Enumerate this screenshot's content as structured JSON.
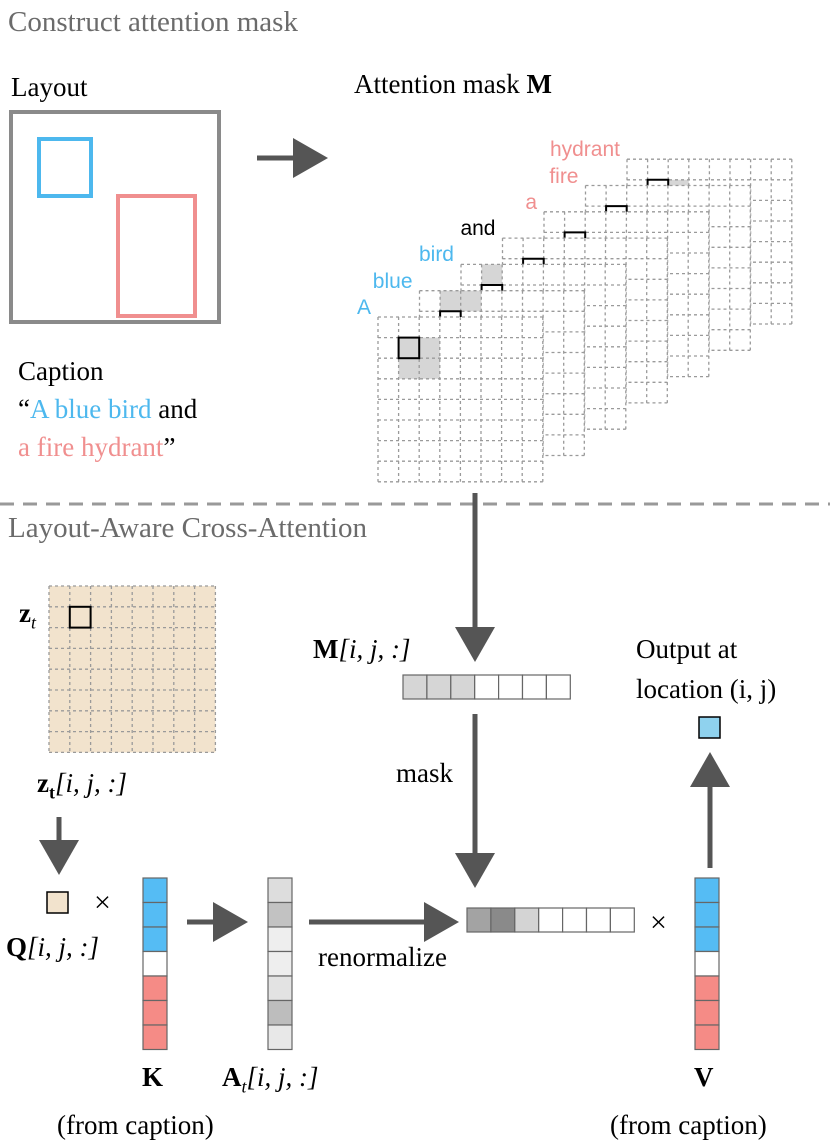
{
  "sections": {
    "top_title": "Construct attention mask",
    "bottom_title": "Layout-Aware Cross-Attention"
  },
  "layout_panel": {
    "label": "Layout"
  },
  "caption_panel": {
    "label": "Caption",
    "open_quote": "“",
    "blue_phrase": "A blue bird",
    "and_word": " and",
    "red_phrase": "a fire hydrant",
    "close_quote": "”"
  },
  "mask_stack": {
    "title_prefix": "Attention mask ",
    "title_symbol": "M",
    "tokens": [
      {
        "text": "A",
        "color": "#4db8ee"
      },
      {
        "text": "blue",
        "color": "#4db8ee"
      },
      {
        "text": "bird",
        "color": "#4db8ee"
      },
      {
        "text": "and",
        "color": "#000000"
      },
      {
        "text": "a",
        "color": "#f08f8f"
      },
      {
        "text": "fire",
        "color": "#f08f8f"
      },
      {
        "text": "hydrant",
        "color": "#f08f8f"
      }
    ]
  },
  "labels": {
    "z_t": "z",
    "z_t_sub": "t",
    "z_t_slice_sym": "z",
    "z_t_slice_sub": "t",
    "z_t_slice_idx": "[i, j, :]",
    "q_sym": "Q",
    "q_idx": "[i, j, :]",
    "times_1": "×",
    "times_2": "×",
    "k_sym": "K",
    "k_source": "(from caption)",
    "a_sym": "A",
    "a_sub": "t",
    "a_idx": "[i, j, :]",
    "m_sym": "M",
    "m_idx": "[i, j, :]",
    "mask_word": "mask",
    "renormalize_word": "renormalize",
    "output_line1": "Output at",
    "output_line2": "location (i, j)",
    "v_sym": "V",
    "v_source": "(from caption)"
  },
  "vectors": {
    "m_slice": [
      "#d6d6d6",
      "#d6d6d6",
      "#d6d6d6",
      "#ffffff",
      "#ffffff",
      "#ffffff",
      "#ffffff"
    ],
    "renormalized": [
      "#a3a3a3",
      "#8a8a8a",
      "#d4d4d4",
      "#ffffff",
      "#ffffff",
      "#ffffff",
      "#ffffff"
    ],
    "attention": [
      "#dddddd",
      "#c2c2c2",
      "#eeeeee",
      "#eeeeee",
      "#e3e3e3",
      "#bdbdbd",
      "#e8e8e8"
    ],
    "keys": [
      "#55bcf4",
      "#55bcf4",
      "#55bcf4",
      "#ffffff",
      "#f58b86",
      "#f58b86",
      "#f58b86"
    ],
    "values": [
      "#55bcf4",
      "#55bcf4",
      "#55bcf4",
      "#ffffff",
      "#f58b86",
      "#f58b86",
      "#f58b86"
    ]
  },
  "colors": {
    "blue": "#4db8ee",
    "red": "#f08f8f",
    "latent_fill": "#f2e3cd",
    "output_fill": "#8fd2ee",
    "arrow": "#555555",
    "section_title": "#6b6b6b"
  }
}
